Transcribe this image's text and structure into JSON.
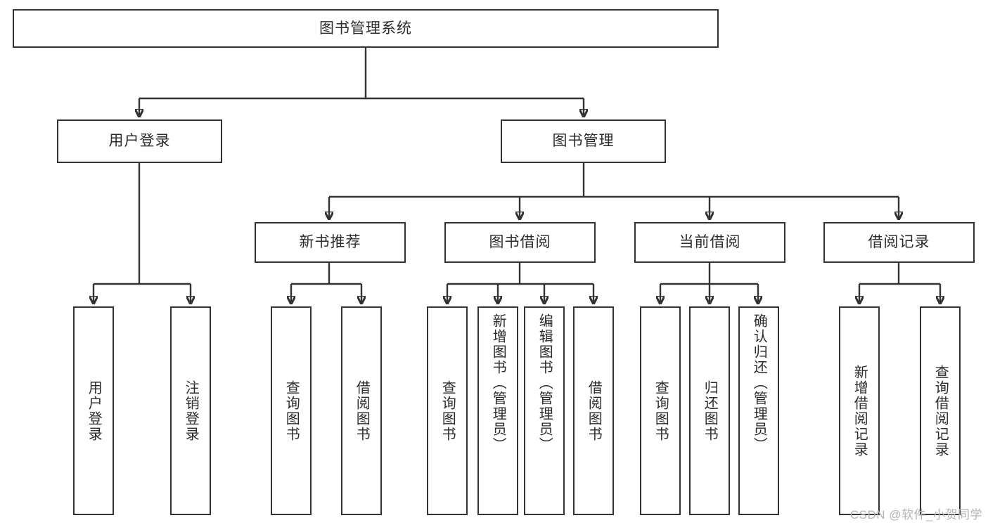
{
  "diagram": {
    "title": "图书管理系统",
    "watermark": "CSDN @软件_小贺同学",
    "colors": {
      "box_border": "#333333",
      "box_fill": "#ffffff",
      "text": "#2b2b2b",
      "connector": "#333333",
      "watermark": "#b4b4b4",
      "background": "#ffffff"
    },
    "root": {
      "label": "图书管理系统"
    },
    "level2": [
      {
        "id": "user-login",
        "label": "用户登录"
      },
      {
        "id": "book-manage",
        "label": "图书管理"
      }
    ],
    "level3": [
      {
        "id": "new-book-recommend",
        "label": "新书推荐"
      },
      {
        "id": "book-borrow",
        "label": "图书借阅"
      },
      {
        "id": "current-borrow",
        "label": "当前借阅"
      },
      {
        "id": "borrow-record",
        "label": "借阅记录"
      }
    ],
    "leaves": {
      "user_login": [
        {
          "id": "leaf-user-login",
          "label": "用户登录"
        },
        {
          "id": "leaf-logout-login",
          "label": "注销登录"
        }
      ],
      "new_book_recommend": [
        {
          "id": "leaf-query-book-1",
          "label": "查询图书"
        },
        {
          "id": "leaf-borrow-book-1",
          "label": "借阅图书"
        }
      ],
      "book_borrow": [
        {
          "id": "leaf-query-book-2",
          "label": "查询图书"
        },
        {
          "id": "leaf-add-book",
          "label": "新增图书（管理员）"
        },
        {
          "id": "leaf-edit-book",
          "label": "编辑图书（管理员）"
        },
        {
          "id": "leaf-borrow-book-2",
          "label": "借阅图书"
        }
      ],
      "current_borrow": [
        {
          "id": "leaf-query-book-3",
          "label": "查询图书"
        },
        {
          "id": "leaf-return-book",
          "label": "归还图书"
        },
        {
          "id": "leaf-confirm-return",
          "label": "确认归还（管理员）"
        }
      ],
      "borrow_record": [
        {
          "id": "leaf-add-record",
          "label": "新增借阅记录"
        },
        {
          "id": "leaf-query-record",
          "label": "查询借阅记录"
        }
      ]
    }
  }
}
